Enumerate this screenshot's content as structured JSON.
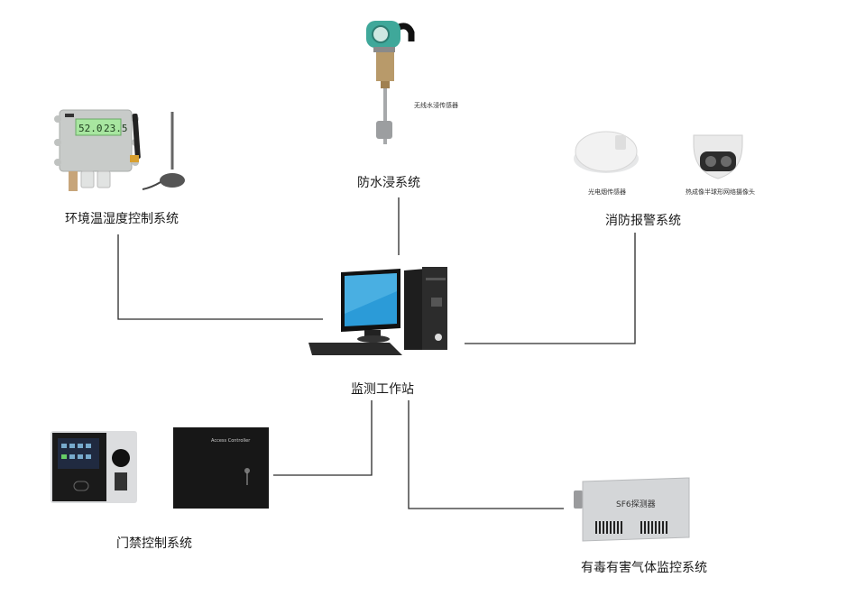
{
  "diagram": {
    "center": {
      "label": "监测工作站",
      "device": "desktop-computer"
    },
    "subsystems": [
      {
        "id": "env",
        "label": "环境温湿度控制系统",
        "devices": [
          {
            "name": "temperature-humidity-controller",
            "lcd_humidity": "52.0",
            "lcd_temperature": "23.5"
          },
          {
            "name": "magnetic-antenna"
          }
        ]
      },
      {
        "id": "water",
        "label": "防水浸系统",
        "devices": [
          {
            "name": "water-immersion-sensor",
            "caption": "无线水浸传感器"
          }
        ]
      },
      {
        "id": "fire",
        "label": "消防报警系统",
        "devices": [
          {
            "name": "smoke-detector",
            "caption": "光电烟传感器"
          },
          {
            "name": "thermal-dome-camera",
            "caption": "热成像半球形网络摄像头"
          }
        ]
      },
      {
        "id": "access",
        "label": "门禁控制系统",
        "devices": [
          {
            "name": "face-fingerprint-terminal"
          },
          {
            "name": "access-controller-box",
            "caption": "Access Controller"
          }
        ]
      },
      {
        "id": "gas",
        "label": "有毒有害气体监控系统",
        "devices": [
          {
            "name": "sf6-detector",
            "caption": "SF6探测器"
          }
        ]
      }
    ],
    "colors": {
      "line": "#2a2a2a",
      "screen": "#2b9bd8",
      "tower": "#1c1c1c",
      "device_gray": "#c9cbcc",
      "lcd": "#a8e6a0",
      "water_head": "#3fa89a"
    }
  }
}
